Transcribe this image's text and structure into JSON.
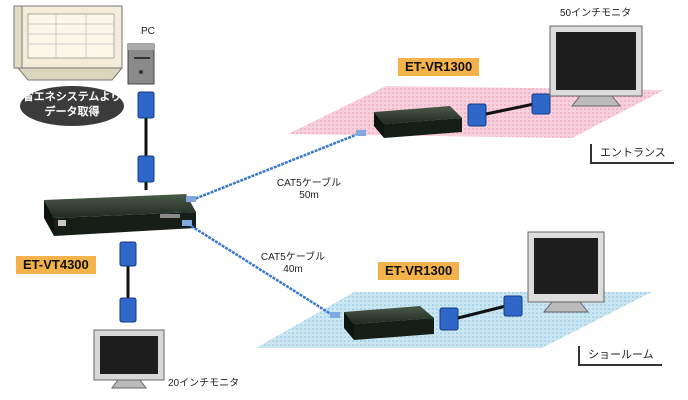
{
  "pc": {
    "label": "PC",
    "bubble_line1": "省エネシステムより",
    "bubble_line2": "データ取得"
  },
  "sender": {
    "model": "ET-VT4300"
  },
  "receiver_top": {
    "model": "ET-VR1300",
    "monitor": "50インチモニタ",
    "zone": "エントランス"
  },
  "receiver_bottom": {
    "model": "ET-VR1300",
    "monitor": "20インチモニタ",
    "zone": "ショールーム"
  },
  "cable_top": {
    "line1": "CAT5ケーブル",
    "line2": "50m"
  },
  "cable_bottom": {
    "line1": "CAT5ケーブル",
    "line2": "40m"
  },
  "colors": {
    "pink_zone": "#f6c6d6",
    "blue_zone": "#bfe0ee",
    "tag": "#f4b24a",
    "cable": "#3a78c9",
    "device": "#2d3a2e"
  }
}
